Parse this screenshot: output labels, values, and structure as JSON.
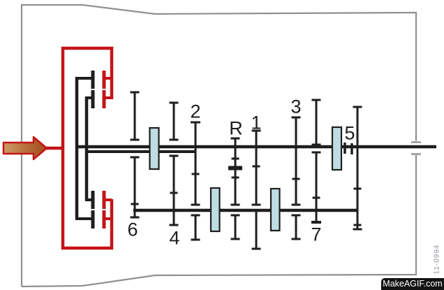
{
  "diagram": {
    "gear_labels": {
      "g1": "1",
      "g2": "2",
      "g3": "3",
      "g4": "4",
      "g5": "5",
      "g6": "6",
      "g7": "7",
      "gR": "R"
    }
  },
  "watermark": {
    "badge": "MakeAGIF.com",
    "code": "11-0994"
  },
  "colors": {
    "red": "#c41418",
    "black": "#1e1e1e",
    "blue_fill": "#bedde2",
    "housing_gray": "#909090",
    "watermark_gray": "#8f949a",
    "badge_bg": "#121212",
    "badge_text": "#ffffff",
    "background": "#ffffff",
    "arrow_gradient_start": "#cf9b63",
    "arrow_gradient_end": "#a04818"
  }
}
